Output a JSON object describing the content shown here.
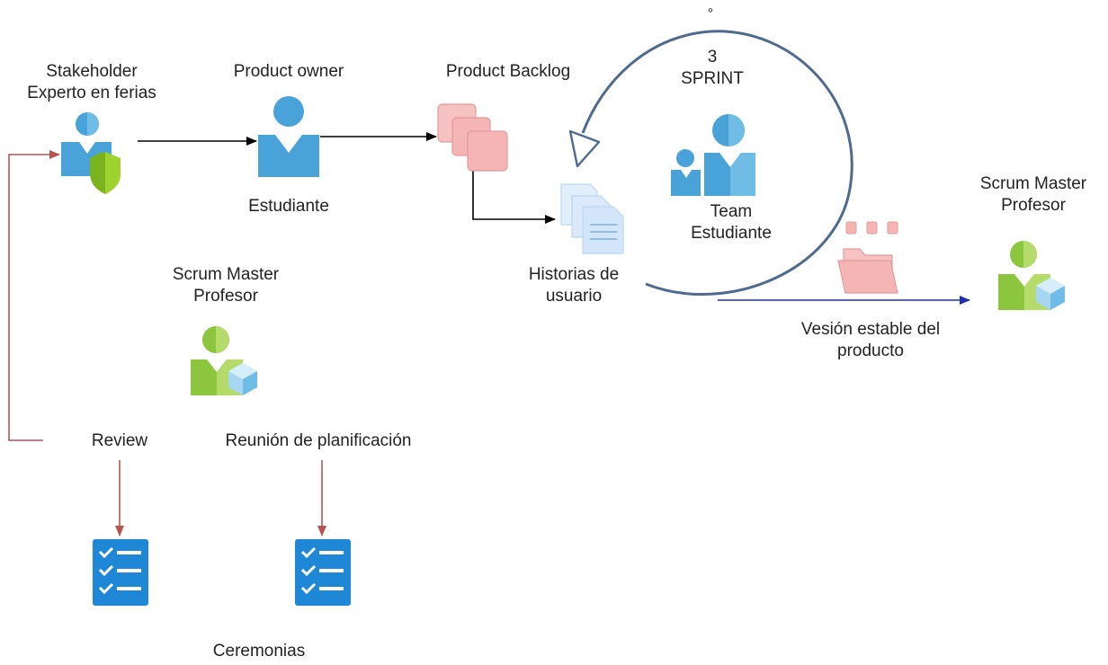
{
  "labels": {
    "stakeholder": [
      "Stakeholder",
      "Experto en ferias"
    ],
    "product_owner": "Product owner",
    "estudiante": "Estudiante",
    "product_backlog": "Product Backlog",
    "sprint_marker": "°",
    "sprint_number": "3",
    "sprint": "SPRINT",
    "team": [
      "Team",
      "Estudiante"
    ],
    "historias": [
      "Historias de",
      "usuario"
    ],
    "scrum_master_left": [
      "Scrum Master",
      "Profesor"
    ],
    "scrum_master_right": [
      "Scrum Master",
      "Profesor"
    ],
    "version_estable": [
      "Vesión estable del",
      "producto"
    ],
    "review": "Review",
    "reunion": "Reunión de planificación",
    "ceremonias": "Ceremonias"
  },
  "icons": {
    "stakeholder": "stakeholder-shield-icon",
    "product_owner": "user-icon",
    "product_backlog": "stacked-cards-icon",
    "historias": "document-stack-icon",
    "team": "team-users-icon",
    "scrum_master": "user-cube-icon",
    "release": "folder-chips-icon",
    "checklist": "checklist-icon"
  },
  "colors": {
    "blue_user": "#4aa3d8",
    "blue_user_light": "#6fbde6",
    "green_user": "#8cc63f",
    "green_user_light": "#b5dc6b",
    "pink_card": "#f6b5b5",
    "pink_card_border": "#e49a9a",
    "doc_blue": "#b9d7f3",
    "sprint_circle": "#4f6a8f",
    "review_arrow": "#b85450",
    "release_arrow": "#1f2fb5",
    "checklist_blue": "#1e88d6"
  }
}
